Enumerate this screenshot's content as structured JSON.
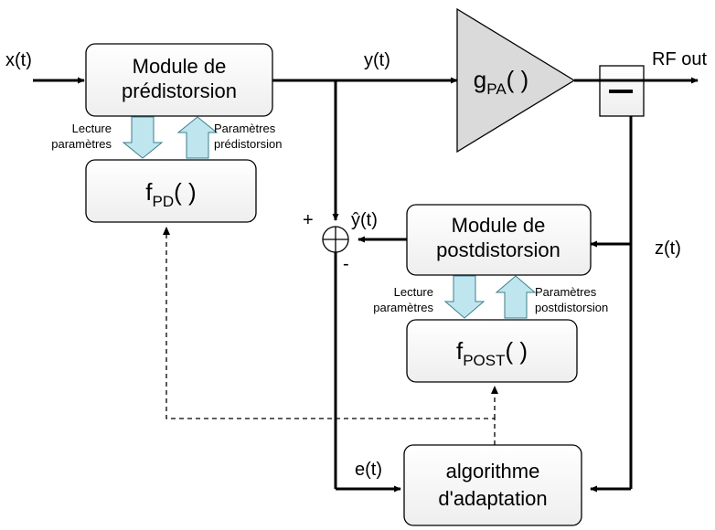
{
  "colors": {
    "line": "#000000",
    "box_fill_top": "#ffffff",
    "box_fill_bottom": "#eeeeee",
    "amplifier_fill": "#dadada",
    "param_arrow_fill": "#bfe6ee",
    "param_arrow_stroke": "#3c7d8c"
  },
  "signals": {
    "input": "x(t)",
    "predistorted": "y(t)",
    "output": "RF out",
    "estimate": "ŷ(t)",
    "feedback": "z(t)",
    "error": "e(t)",
    "plus_sign": "+",
    "minus_sign": "-"
  },
  "blocks": {
    "predistortion_module": {
      "line1": "Module de",
      "line2": "prédistorsion"
    },
    "fpd": {
      "name": "f",
      "sub": "PD",
      "args": "( )"
    },
    "amplifier": {
      "name": "g",
      "sub": "PA",
      "args": "( )"
    },
    "postdistortion_module": {
      "line1": "Module de",
      "line2": "postdistorsion"
    },
    "fpost": {
      "name": "f",
      "sub": "POST",
      "args": "( )"
    },
    "adaptation": {
      "line1": "algorithme",
      "line2": "d'adaptation"
    }
  },
  "param_labels": {
    "pd_read": {
      "line1": "Lecture",
      "line2": "paramètres"
    },
    "pd_write": {
      "line1": "Paramètres",
      "line2": "prédistorsion"
    },
    "post_read": {
      "line1": "Lecture",
      "line2": "paramètres"
    },
    "post_write": {
      "line1": "Paramètres",
      "line2": "postdistorsion"
    }
  }
}
